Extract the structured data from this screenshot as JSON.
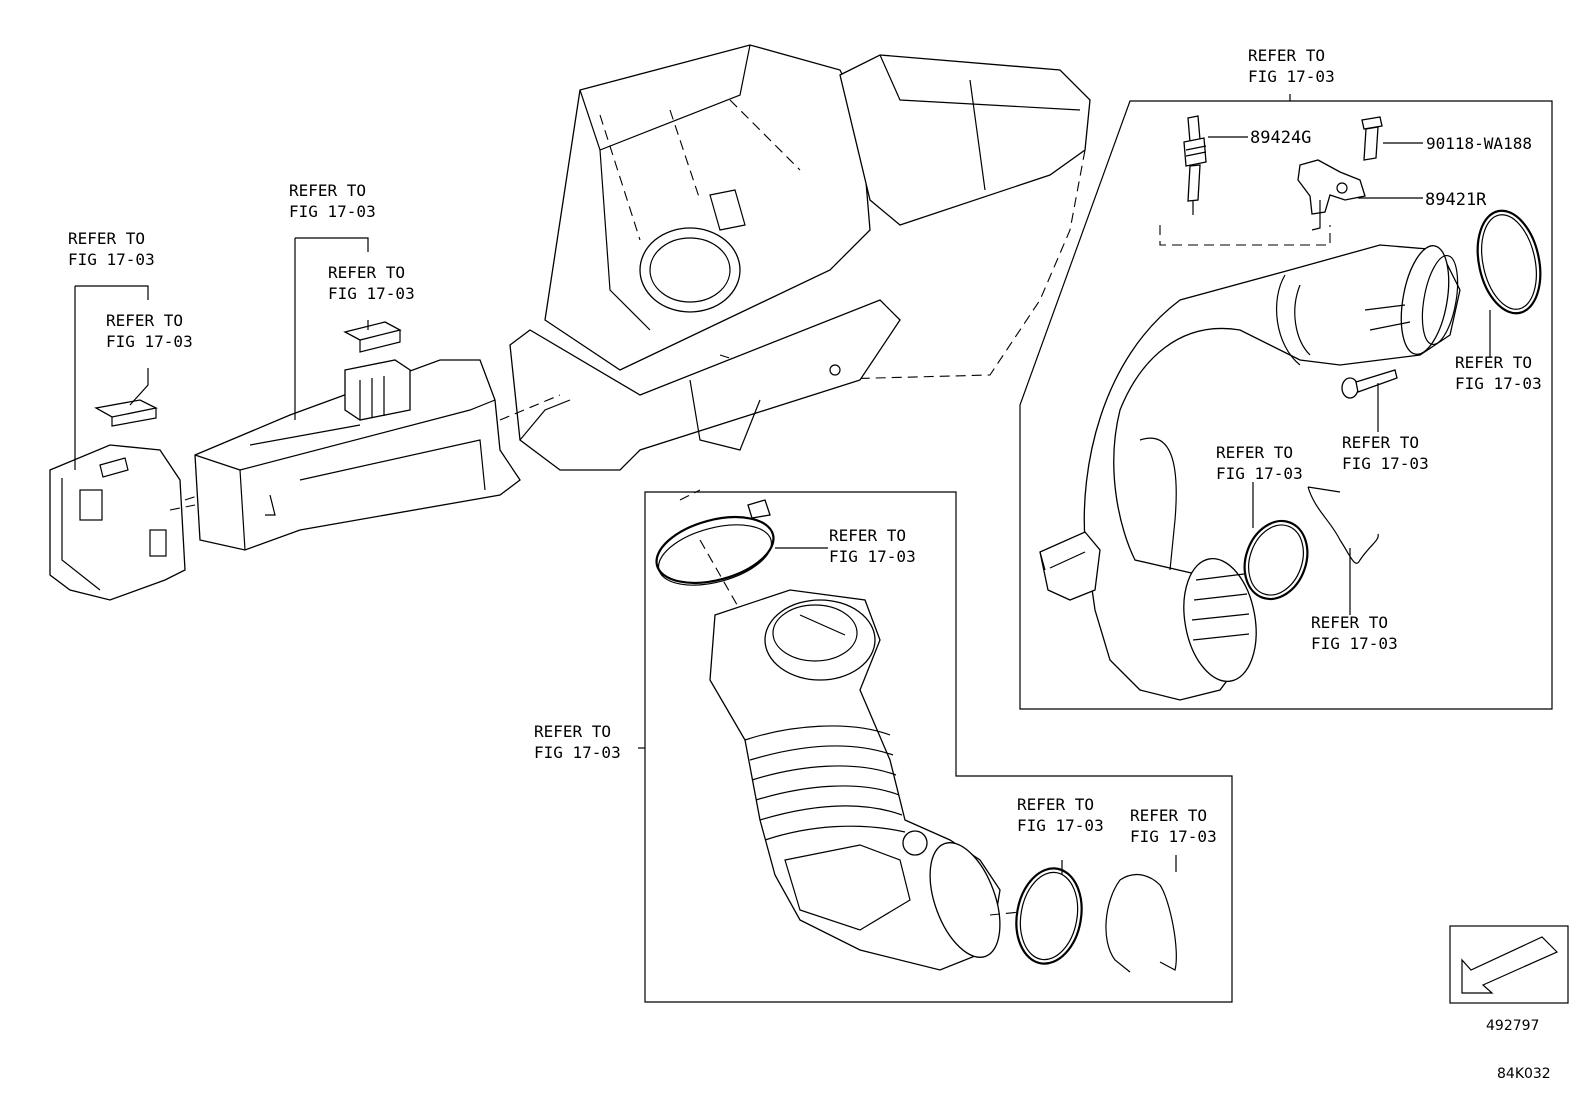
{
  "refer_label": {
    "line1": "REFER TO",
    "line2": "FIG 17-03"
  },
  "part_numbers": {
    "sensor_89424": "89424G",
    "bolt_90118": "90118-WA188",
    "sensor_89421": "89421R"
  },
  "footer": {
    "illustration_number": "492797",
    "figure_code": "84K032"
  },
  "icons": [
    "front-arrow-icon"
  ]
}
